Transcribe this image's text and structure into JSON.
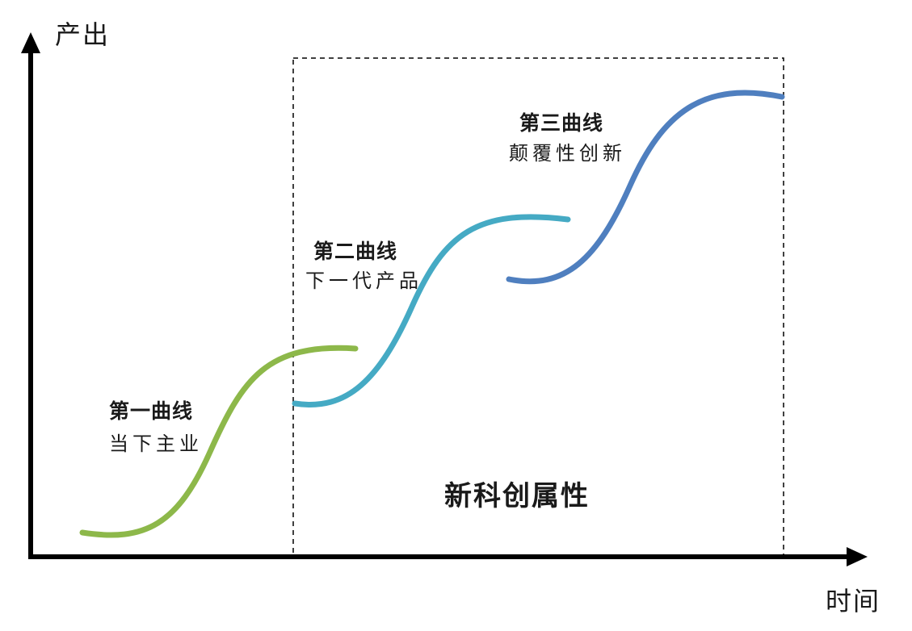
{
  "axes": {
    "y_label": "产出",
    "x_label": "时间"
  },
  "curves": [
    {
      "title": "第一曲线",
      "subtitle": "当下主业",
      "color": "#8db84a"
    },
    {
      "title": "第二曲线",
      "subtitle": "下一代产品",
      "color": "#45aac4"
    },
    {
      "title": "第三曲线",
      "subtitle": "颠覆性创新",
      "color": "#4f7fbf"
    }
  ],
  "region": {
    "label": "新科创属性",
    "border_style": "dashed"
  }
}
